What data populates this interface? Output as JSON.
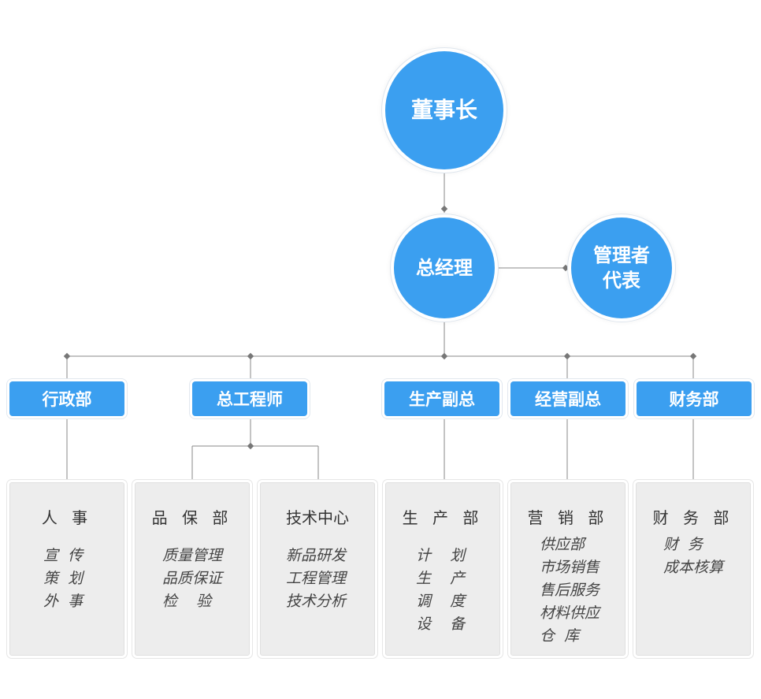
{
  "top": {
    "chairman": "董事长",
    "general_manager": "总经理",
    "management_rep": [
      "管理者",
      "代表"
    ]
  },
  "departments": [
    {
      "label": "行政部"
    },
    {
      "label": "总工程师"
    },
    {
      "label": "生产副总"
    },
    {
      "label": "经营副总"
    },
    {
      "label": "财务部"
    }
  ],
  "cards": [
    {
      "title": "人 事",
      "items": [
        "宣  传",
        "策  划",
        "外  事"
      ]
    },
    {
      "title": "品 保 部",
      "items": [
        "质量管理",
        "品质保证",
        "检    验"
      ]
    },
    {
      "title": "技术中心",
      "items": [
        "新品研发",
        "工程管理",
        "技术分析"
      ]
    },
    {
      "title": "生 产 部",
      "items": [
        "计    划",
        "生    产",
        "调    度",
        "设    备"
      ]
    },
    {
      "title": "营 销 部",
      "items": [
        "供应部",
        "市场销售",
        "售后服务",
        "材料供应",
        "仓  库"
      ]
    },
    {
      "title": "财 务 部",
      "items": [
        "财  务",
        "成本核算"
      ]
    }
  ],
  "colors": {
    "accent": "#3b9ff0",
    "line": "#8a8a8a",
    "card_bg": "#ededed"
  }
}
